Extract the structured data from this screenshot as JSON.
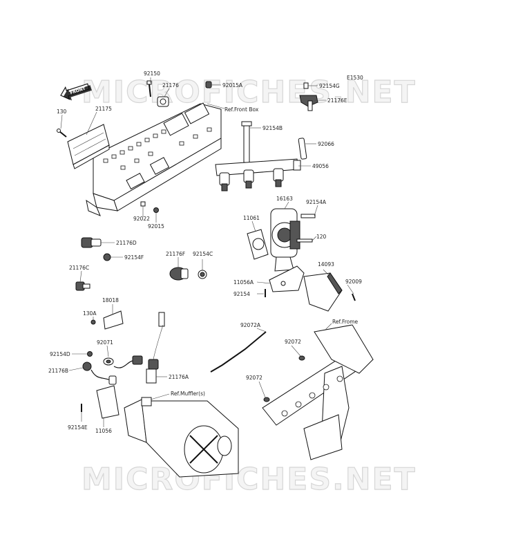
{
  "watermark": {
    "text": "MICROFICHES.NET"
  },
  "front_arrow": {
    "text": "FRONT"
  },
  "callouts": [
    {
      "id": "c92150",
      "text": "92150"
    },
    {
      "id": "c21176top",
      "text": "21176"
    },
    {
      "id": "c92015A",
      "text": "92015A"
    },
    {
      "id": "cRefFront",
      "text": "Ref.Front Box"
    },
    {
      "id": "cE1530",
      "text": "E1530"
    },
    {
      "id": "c92154G",
      "text": "92154G"
    },
    {
      "id": "c21176E",
      "text": "21176E"
    },
    {
      "id": "c130",
      "text": "130"
    },
    {
      "id": "c21175",
      "text": "21175"
    },
    {
      "id": "c92154B",
      "text": "92154B"
    },
    {
      "id": "c92066",
      "text": "92066"
    },
    {
      "id": "c49056",
      "text": "49056"
    },
    {
      "id": "c16163",
      "text": "16163"
    },
    {
      "id": "c92154A",
      "text": "92154A"
    },
    {
      "id": "c92022",
      "text": "92022"
    },
    {
      "id": "c92015",
      "text": "92015"
    },
    {
      "id": "c11061",
      "text": "11061"
    },
    {
      "id": "c21176D",
      "text": "21176D"
    },
    {
      "id": "c92154F",
      "text": "92154F"
    },
    {
      "id": "c120",
      "text": "120"
    },
    {
      "id": "c21176F",
      "text": "21176F"
    },
    {
      "id": "c92154C",
      "text": "92154C"
    },
    {
      "id": "c14093",
      "text": "14093"
    },
    {
      "id": "c21176C",
      "text": "21176C"
    },
    {
      "id": "c11056A",
      "text": "11056A"
    },
    {
      "id": "c92009",
      "text": "92009"
    },
    {
      "id": "c92154",
      "text": "92154"
    },
    {
      "id": "c18018",
      "text": "18018"
    },
    {
      "id": "c130A",
      "text": "130A"
    },
    {
      "id": "c92072A",
      "text": "92072A"
    },
    {
      "id": "cRefFrame",
      "text": "Ref.Frome"
    },
    {
      "id": "c92154D",
      "text": "92154D"
    },
    {
      "id": "c92071",
      "text": "92071"
    },
    {
      "id": "c92072a",
      "text": "92072"
    },
    {
      "id": "c21176B",
      "text": "21176B"
    },
    {
      "id": "c21176A",
      "text": "21176A"
    },
    {
      "id": "c92072b",
      "text": "92072"
    },
    {
      "id": "cRefMuffler",
      "text": "Ref.Muffler(s)"
    },
    {
      "id": "c92154E",
      "text": "92154E"
    },
    {
      "id": "c11056",
      "text": "11056"
    }
  ]
}
